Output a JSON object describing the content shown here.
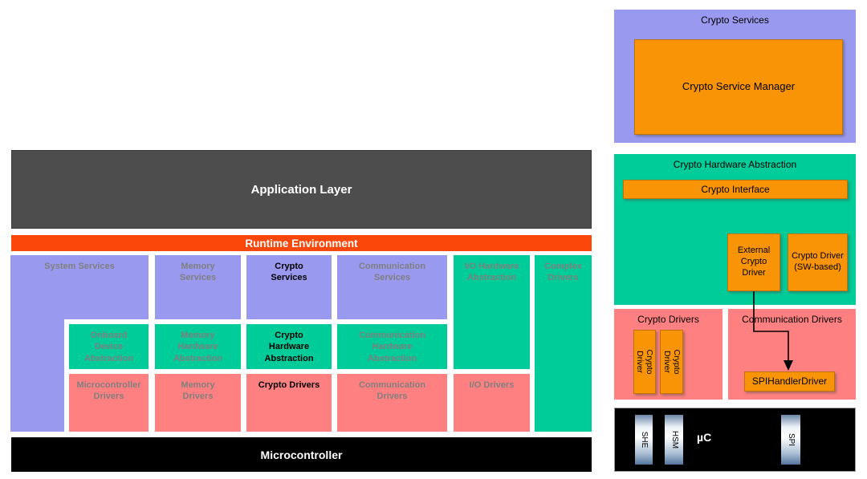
{
  "left_panel": {
    "application_layer": {
      "label": "Application Layer"
    },
    "runtime_environment": {
      "label": "Runtime Environment"
    },
    "system_services": {
      "label": "System Services"
    },
    "memory_services": {
      "label": "Memory Services"
    },
    "crypto_services": {
      "label": "Crypto Services"
    },
    "communication_services": {
      "label": "Communication Services"
    },
    "io_hardware_abstraction": {
      "label": "I/O Hardware Abstraction"
    },
    "complex_drivers": {
      "label": "Complex Drivers"
    },
    "onboard_device_abstraction": {
      "label": "Onboard Device Abstraction"
    },
    "memory_hardware_abstraction": {
      "label": "Memory Hardware Abstraction"
    },
    "crypto_hardware_abstraction": {
      "label": "Crypto Hardware Abstraction"
    },
    "communication_hardware_abstraction": {
      "label": "Communication Hardware Abstraction"
    },
    "microcontroller_drivers": {
      "label": "Microcontroller Drivers"
    },
    "memory_drivers": {
      "label": "Memory Drivers"
    },
    "crypto_drivers": {
      "label": "Crypto Drivers"
    },
    "communication_drivers": {
      "label": "Communication Drivers"
    },
    "io_drivers": {
      "label": "I/O Drivers"
    },
    "microcontroller": {
      "label": "Microcontroller"
    }
  },
  "right_panel": {
    "crypto_services": {
      "title": "Crypto Services",
      "crypto_service_manager": "Crypto Service Manager"
    },
    "crypto_hardware_abstraction": {
      "title": "Crypto Hardware Abstraction",
      "crypto_interface": "Crypto Interface",
      "external_crypto_driver": "External Crypto Driver",
      "crypto_driver_sw_based": "Crypto Driver (SW-based)"
    },
    "crypto_drivers": {
      "title": "Crypto Drivers",
      "driver1": "Crypto Driver",
      "driver2": "Crypto Driver"
    },
    "communication_drivers": {
      "title": "Communication Drivers",
      "spi_handler_driver": "SPIHandlerDriver"
    },
    "microcontroller": {
      "label": "µC",
      "she": "SHE",
      "hsm": "HSM",
      "spi": "SPI"
    }
  },
  "colors": {
    "services_purple": "#9999f0",
    "hardware_abstraction_green": "#00cc99",
    "drivers_red": "#ff8080",
    "module_orange": "#f89406",
    "application_layer_gray": "#4d4d4d",
    "runtime_environment_orange": "#fb470a",
    "microcontroller_black": "#000000",
    "muted_label_gray": "#7f7f7f",
    "hsm_gradient_blue": "#54759e"
  }
}
